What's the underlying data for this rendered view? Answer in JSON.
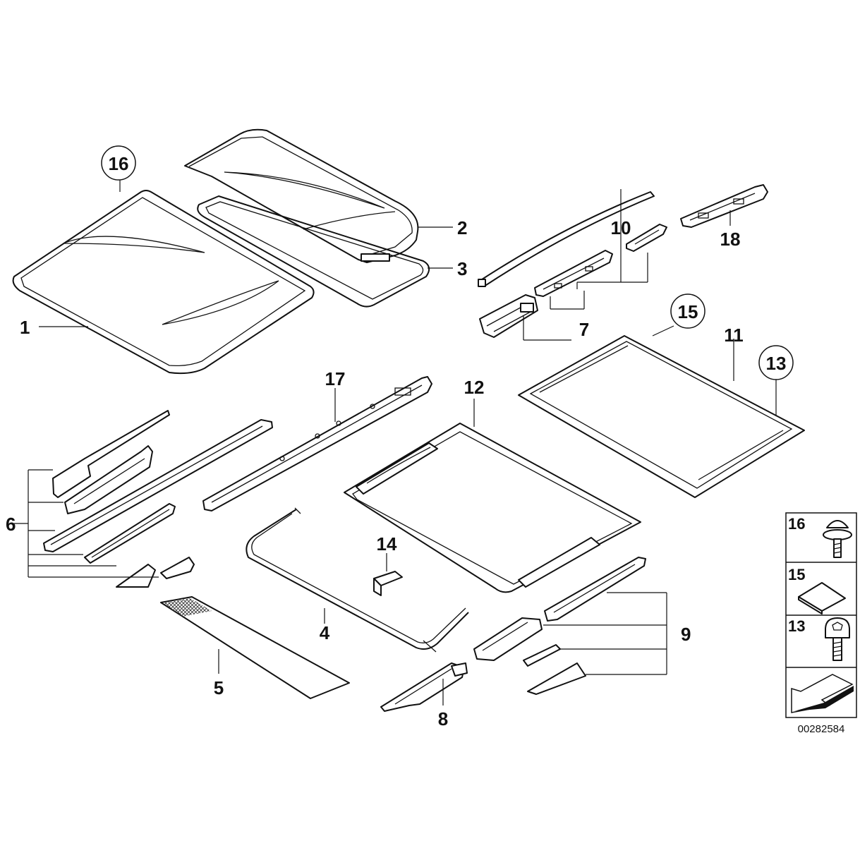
{
  "diagram": {
    "labels": {
      "p1": "1",
      "p2": "2",
      "p3": "3",
      "p4": "4",
      "p5": "5",
      "p6": "6",
      "p7": "7",
      "p8": "8",
      "p9": "9",
      "p10": "10",
      "p11": "11",
      "p12": "12",
      "p13": "13",
      "p14": "14",
      "p15": "15",
      "p16": "16",
      "p17": "17",
      "p18": "18"
    },
    "legend": [
      {
        "number": "16",
        "item": "screw"
      },
      {
        "number": "15",
        "item": "pad"
      },
      {
        "number": "13",
        "item": "screw"
      }
    ],
    "diagram_code": "00282584"
  }
}
